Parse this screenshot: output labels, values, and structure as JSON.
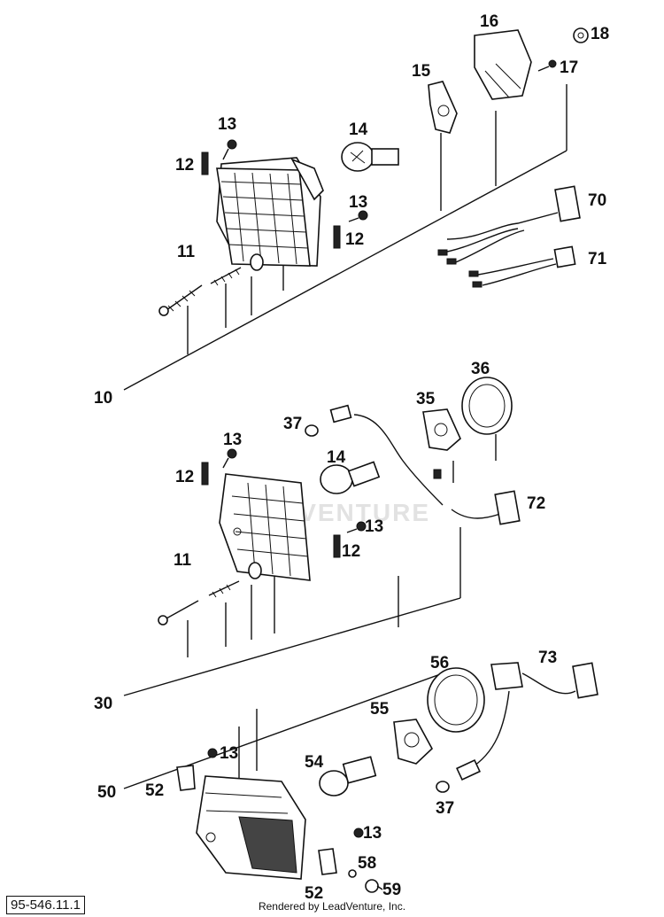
{
  "diagram_id": "95-546.11.1",
  "footer": "Rendered by LeadVenture, Inc.",
  "watermark": "LEADVENTURE",
  "callouts": {
    "c16": "16",
    "c18": "18",
    "c17": "17",
    "c15": "15",
    "c13a": "13",
    "c14a": "14",
    "c12a": "12",
    "c13b": "13",
    "c12b": "12",
    "c70": "70",
    "c11a": "11",
    "c71": "71",
    "c10": "10",
    "c36": "36",
    "c35": "35",
    "c37a": "37",
    "c13c": "13",
    "c14b": "14",
    "c12c": "12",
    "c72": "72",
    "c13d": "13",
    "c12d": "12",
    "c11b": "11",
    "c30": "30",
    "c56": "56",
    "c73": "73",
    "c55": "55",
    "c13e": "13",
    "c54": "54",
    "c50": "50",
    "c52a": "52",
    "c37b": "37",
    "c13f": "13",
    "c58": "58",
    "c52b": "52",
    "c59": "59"
  }
}
